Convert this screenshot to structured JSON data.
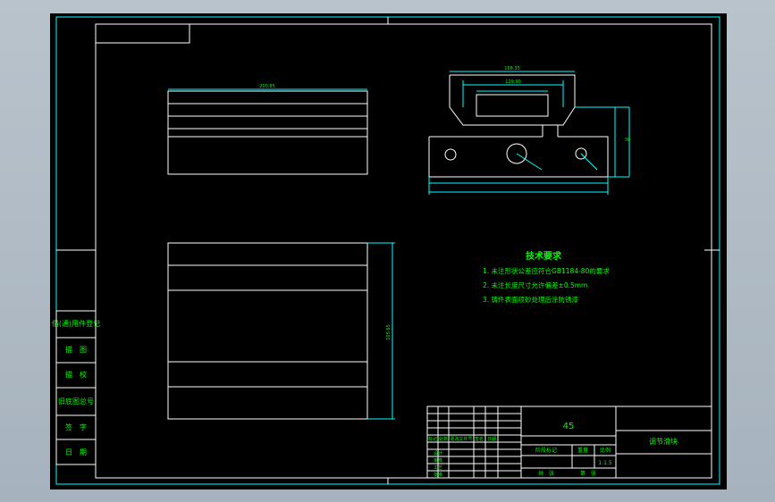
{
  "drawing": {
    "colors": {
      "background": "#000000",
      "border": "#00ffff",
      "geometry": "#ffffff",
      "notes": "#00ff00",
      "title_block_text": "#00ff00",
      "dimension": "#00ffff"
    },
    "tech_requirements": {
      "heading": "技术要求",
      "items": [
        "1. 未注形状公差应符合GB1184-80的要求",
        "2. 未注长度尺寸允许偏差±0.5mm",
        "3. 铸件表面喷砂处理后涂防锈漆"
      ]
    },
    "side_labels": [
      "借(通)用件登记",
      "描　图",
      "描　校",
      "旧底图总号",
      "签　字",
      "日　期"
    ],
    "title_block": {
      "material": "45",
      "part_name": "调节滑块",
      "scale_label": "比例",
      "scale_value": "1:1.5",
      "weight_label": "重量",
      "stage_label": "阶段标记",
      "sheet_label": "共　张",
      "sheet_of": "第　张",
      "rev_headers": [
        "标记",
        "处数",
        "更改文件号",
        "签名",
        "日期"
      ],
      "role_design": "设计",
      "role_check": "审核",
      "role_process": "工艺",
      "role_approve": "批准"
    },
    "dimensions": {
      "front_width": "200.85",
      "top_right_width": "168.35",
      "top_right_slot": "129.90",
      "side_height": "105.65",
      "right_height": "30"
    }
  }
}
